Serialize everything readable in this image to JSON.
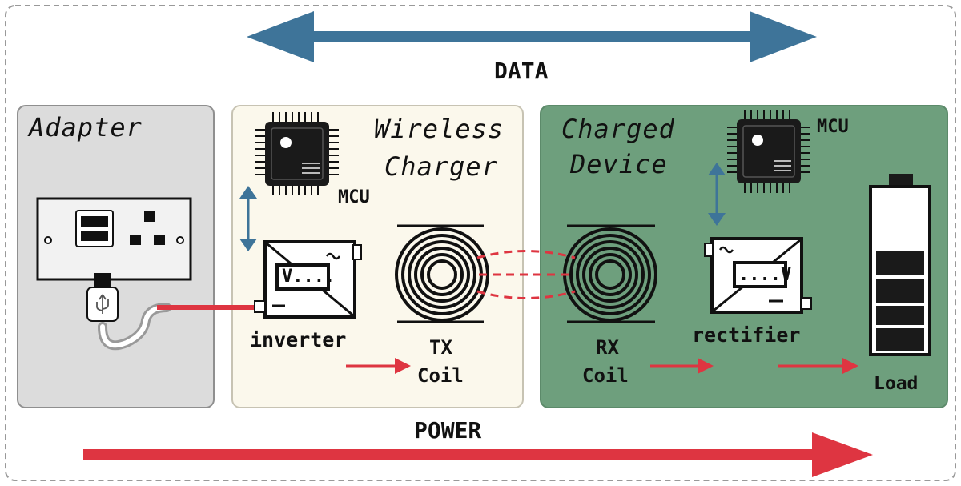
{
  "flows": {
    "data_label": "DATA",
    "power_label": "POWER"
  },
  "colors": {
    "data": "#3e7499",
    "power": "#de3541",
    "adapter_bg": "#dcdcdc",
    "charger_bg": "#fbf8ec",
    "device_bg": "#6e9f7d"
  },
  "adapter": {
    "title": "Adapter"
  },
  "charger": {
    "title_line1": "Wireless",
    "title_line2": "Charger",
    "mcu_label": "MCU",
    "inverter_label": "inverter",
    "display_text": "V....",
    "coil_line1": "TX",
    "coil_line2": "Coil"
  },
  "device": {
    "title_line1": "Charged",
    "title_line2": "Device",
    "mcu_label": "MCU",
    "rectifier_label": "rectifier",
    "display_text": "....V",
    "coil_line1": "RX",
    "coil_line2": "Coil",
    "load_label": "Load"
  },
  "icons": [
    "chip-icon",
    "socket-icon",
    "usb-plug-icon",
    "inverter-icon",
    "coil-icon",
    "rectifier-icon",
    "battery-icon"
  ]
}
